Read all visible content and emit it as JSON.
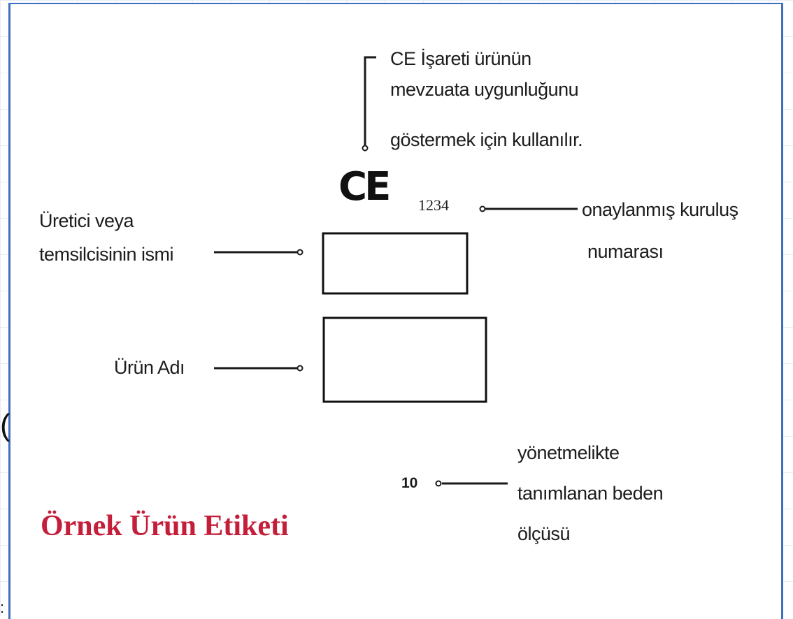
{
  "ce_note": {
    "lines": [
      "CE İşareti ürünün",
      "mevzuata uygunluğunu",
      "göstermek için kullanılır."
    ]
  },
  "ce_mark": "CE",
  "notified_body": {
    "number": "1234",
    "label_lines": [
      "onaylanmış kuruluş",
      "numarası"
    ]
  },
  "manufacturer": {
    "label_lines": [
      "Üretici veya",
      "temsilcisinin ismi"
    ]
  },
  "product_name": {
    "label": "Ürün Adı"
  },
  "size": {
    "value": "10",
    "label_lines": [
      "yönetmelikte",
      "tanımlanan beden",
      "ölçüsü"
    ]
  },
  "title": "Örnek Ürün Etiketi",
  "colors": {
    "title": "#c41e3a",
    "frame_border": "#3f6fc1",
    "ink": "#1c1c1c"
  }
}
